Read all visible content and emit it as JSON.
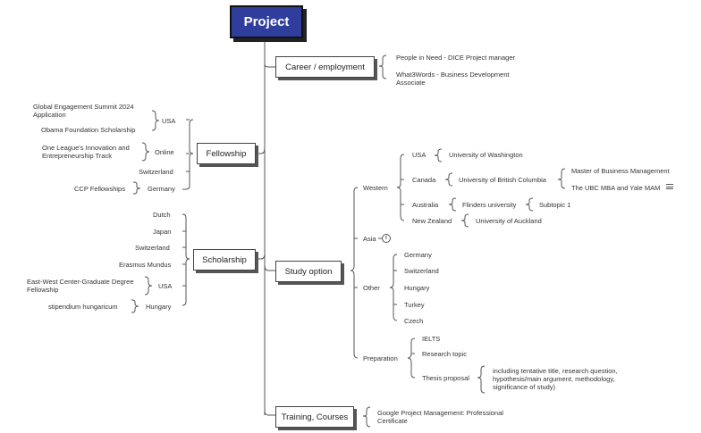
{
  "root": "Project",
  "career": {
    "label": "Career / employment",
    "items": [
      "People in Need - DICE Project manager",
      "What3Words - Business Development Associate"
    ]
  },
  "fellowship": {
    "label": "Fellowship",
    "usa": "USA",
    "usa_items": [
      "Global Engagement Summit 2024 Application",
      "Obama Foundation Scholarship"
    ],
    "online": "Online",
    "online_item": "One League's Innovation and Entrepreneurship Track",
    "switzerland": "Switzerland",
    "germany": "Germany",
    "germany_item": "CCP Fellowships"
  },
  "scholarship": {
    "label": "Scholarship",
    "dutch": "Dutch",
    "japan": "Japan",
    "switzerland": "Switzerland",
    "erasmus": "Erasmus Mundus",
    "usa": "USA",
    "usa_item": "East-West Center-Graduate Degree Fellowship",
    "hungary": "Hungary",
    "hungary_item": "stipendium hungaricum"
  },
  "study": {
    "label": "Study option",
    "western": {
      "label": "Western",
      "usa": "USA",
      "usa_item": "University of Washington",
      "canada": "Canada",
      "canada_item": "University of British Columbia",
      "canada_sub": [
        "Master of Business Management",
        "The UBC MBA and Yale MAM"
      ],
      "australia": "Australia",
      "australia_item": "Flinders university",
      "australia_sub": "Subtopic 1",
      "nz": "New Zealand",
      "nz_item": "University of Auckland"
    },
    "asia": {
      "label": "Asia",
      "badge": "6"
    },
    "other": {
      "label": "Other",
      "items": [
        "Germany",
        "Switzerland",
        "Hungary",
        "Turkey",
        "Czech"
      ]
    },
    "preparation": {
      "label": "Preparation",
      "ielts": "IELTS",
      "research": "Research topic",
      "thesis": "Thesis proposal",
      "thesis_note": "including tentative title, research question, hypothesis/main argument, methodology, significance of study)"
    }
  },
  "training": {
    "label": "Training, Courses",
    "item": "Google Project Management: Professional Certificate"
  },
  "colors": {
    "root_fill": "#2f3d9c",
    "line": "#444444"
  }
}
